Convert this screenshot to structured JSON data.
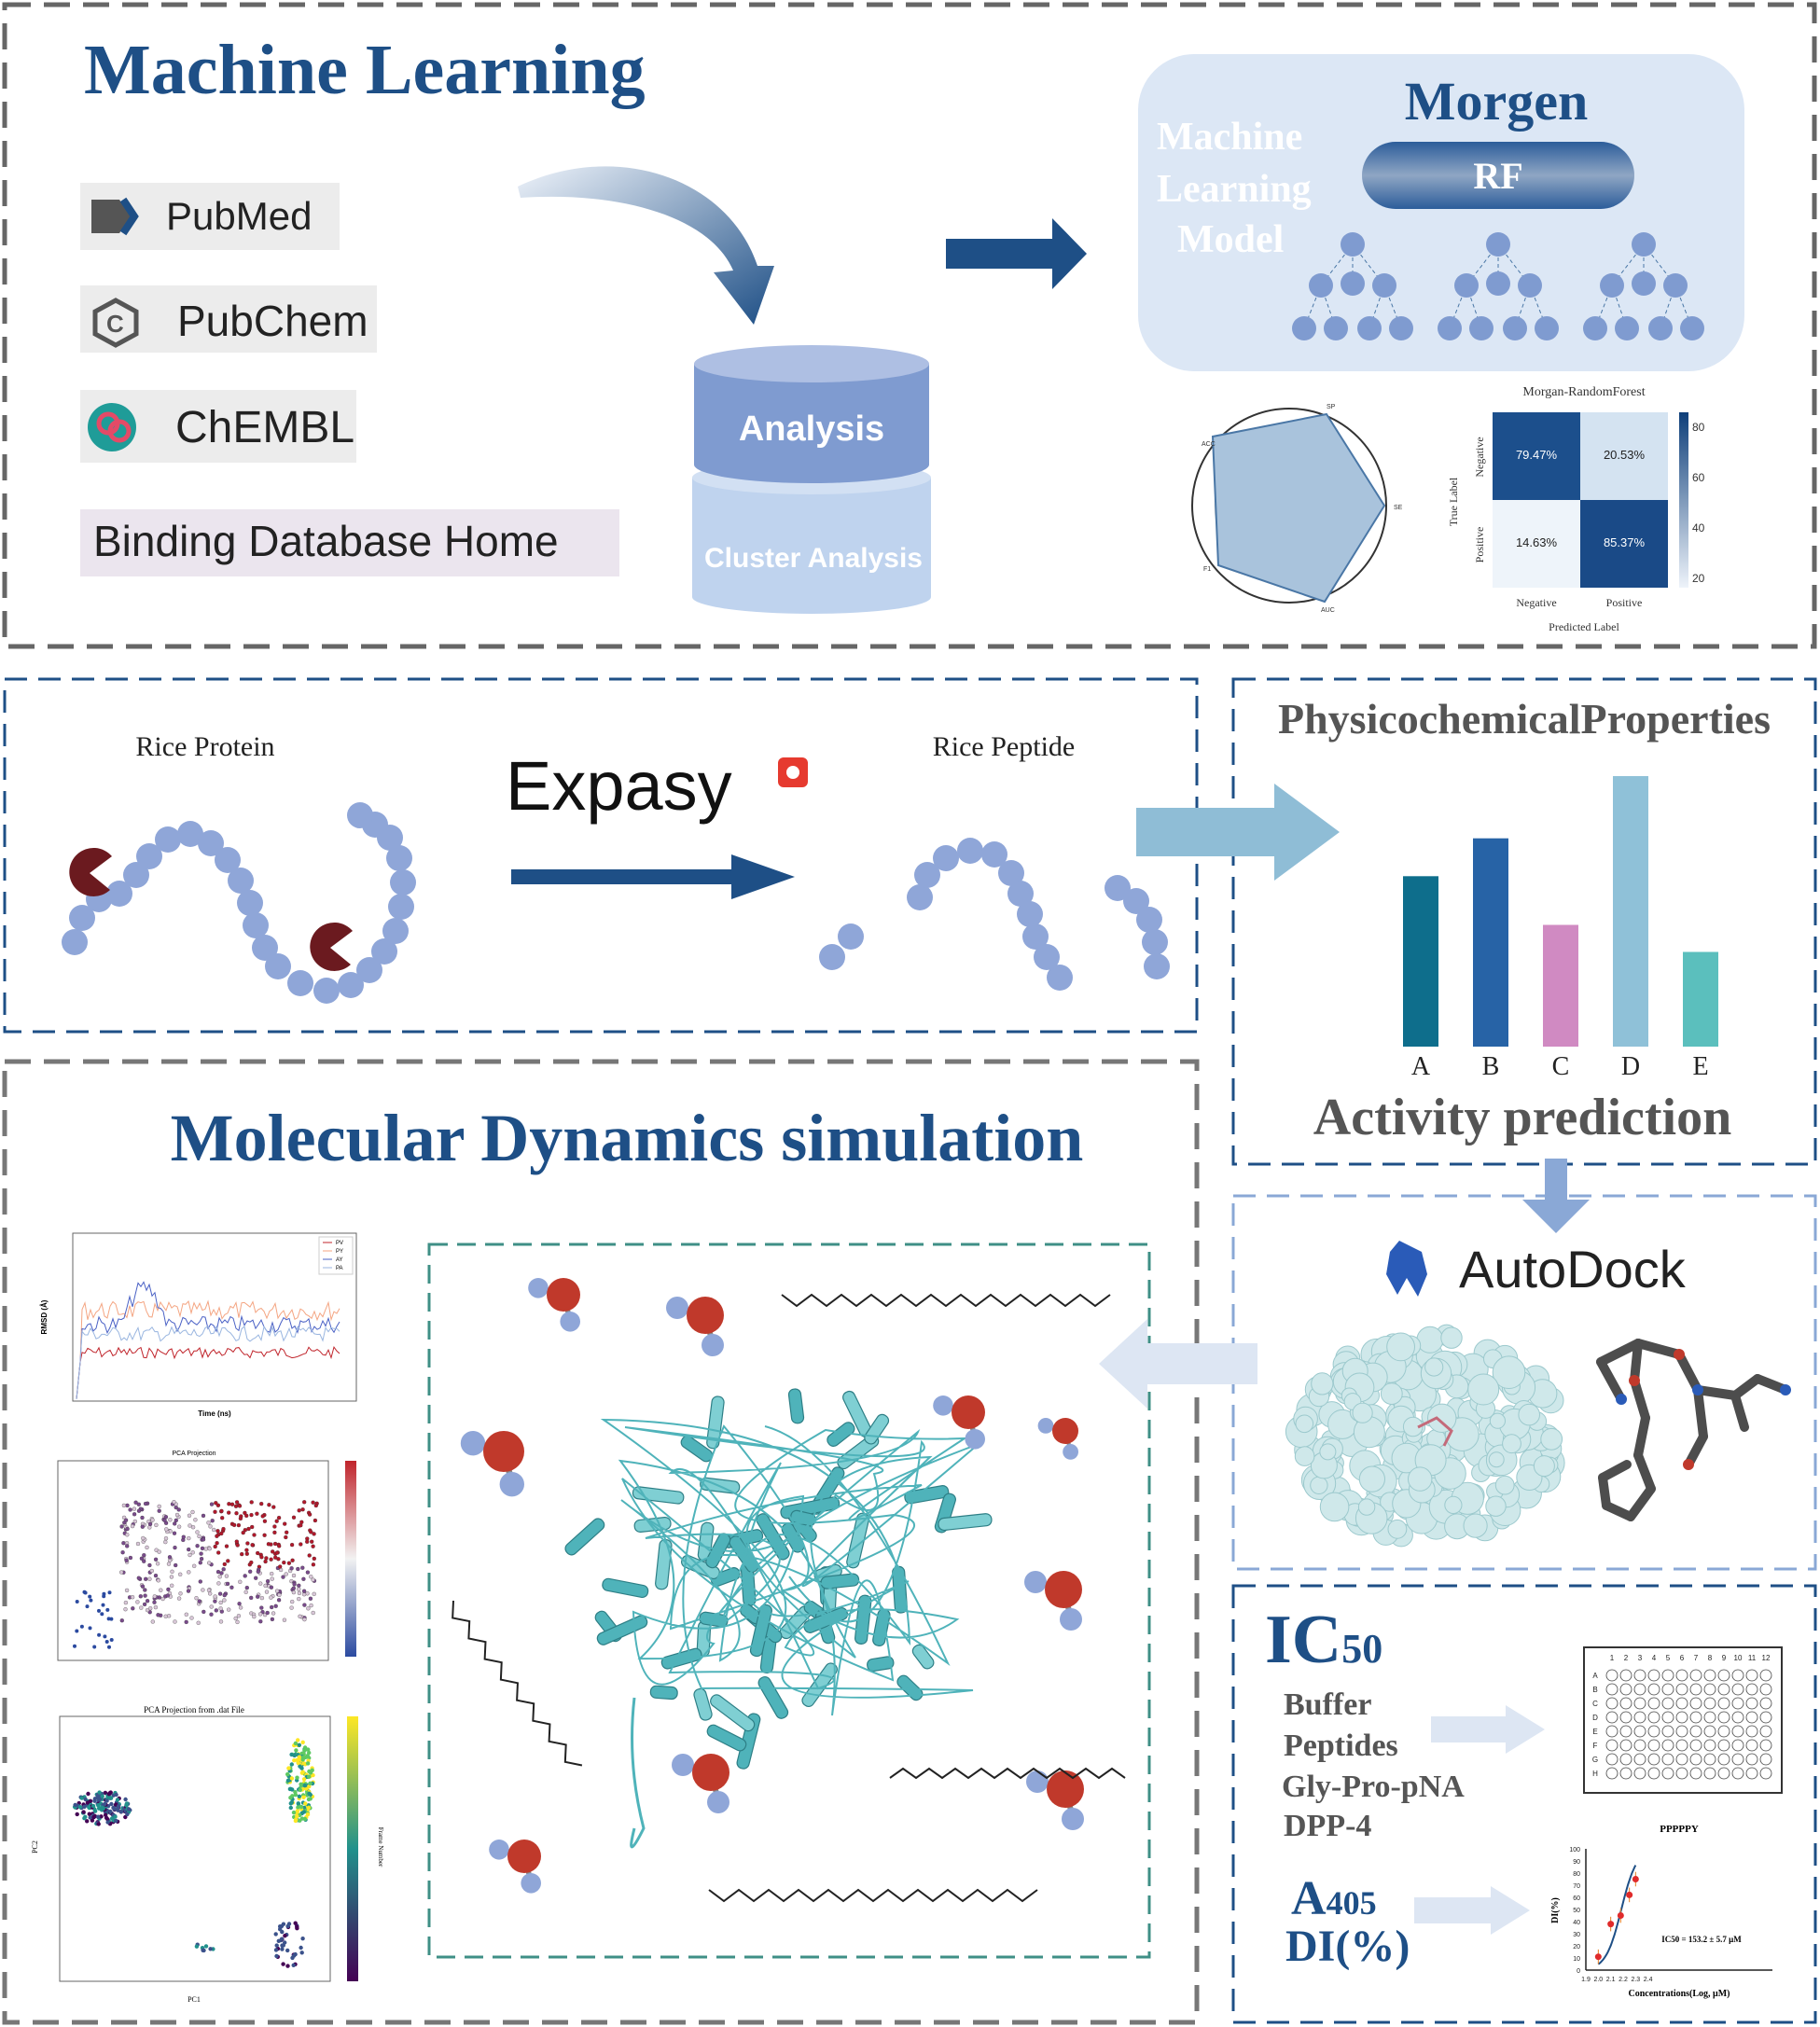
{
  "ml": {
    "title": "Machine Learning",
    "sources": [
      "PubMed",
      "PubChem",
      "ChEMBL",
      "Binding Database Home"
    ],
    "db_top": "Analysis",
    "db_bottom": "Cluster Analysis",
    "model_label_1": "Machine",
    "model_label_2": "Learning",
    "model_label_3": "Model",
    "morgen": "Morgen",
    "rf": "RF",
    "cm_title": "Morgan-RandomForest",
    "cm_cells": [
      "79.47%",
      "20.53%",
      "14.63%",
      "85.37%"
    ],
    "cm_row_labels": [
      "Negative",
      "Positive"
    ],
    "cm_col_labels": [
      "Negative",
      "Positive"
    ],
    "cm_xlabel": "Predicted Label",
    "cm_ylabel": "True Label",
    "cm_scale": [
      "80",
      "60",
      "40",
      "20"
    ],
    "radar_labels": [
      "SP",
      "SE",
      "AUC",
      "F1",
      "ACC"
    ]
  },
  "peptide": {
    "protein": "Rice Protein",
    "peptide": "Rice Peptide",
    "expasy": "Expasy"
  },
  "props": {
    "title": "PhysicochemicalProperties",
    "subtitle": "Activity prediction"
  },
  "chart_data": {
    "type": "bar",
    "categories": [
      "A",
      "B",
      "C",
      "D",
      "E"
    ],
    "values": [
      63,
      77,
      45,
      100,
      35
    ],
    "colors": [
      "#0e6e8c",
      "#2763a6",
      "#d08ac2",
      "#8fc1d8",
      "#5bbfbd"
    ],
    "ylim": [
      0,
      100
    ]
  },
  "md": {
    "title": "Molecular Dynamics simulation",
    "rmsd_legend": [
      "PV",
      "PY",
      "AY",
      "PA"
    ],
    "rmsd_xlabel": "Time (ns)",
    "rmsd_ylabel": "RMSD (Å)",
    "pca1_title": "PCA Projection",
    "pca2_title": "PCA Projection from .dat File",
    "pca2_xlabel": "PC1",
    "pca2_ylabel": "PC2",
    "pca2_cbar": "Frame Number"
  },
  "dock": {
    "title": "AutoDock"
  },
  "assay": {
    "ic": "IC",
    "ic_sub": "50",
    "reagents": [
      "Buffer",
      "Peptides",
      "Gly-Pro-pNA",
      "DPP-4"
    ],
    "a": "A",
    "a_sub": "405",
    "di": "DI(%)",
    "plate_rows": [
      "A",
      "B",
      "C",
      "D",
      "E",
      "F",
      "G",
      "H"
    ],
    "plate_cols": [
      "1",
      "2",
      "3",
      "4",
      "5",
      "6",
      "7",
      "8",
      "9",
      "10",
      "11",
      "12"
    ],
    "curve_title": "PPPPPY",
    "curve_annot": "IC50 = 153.2 ± 5.7 μM",
    "curve_xlabel": "Concentrations(Log, μM)",
    "curve_ylabel": "DI(%)"
  }
}
